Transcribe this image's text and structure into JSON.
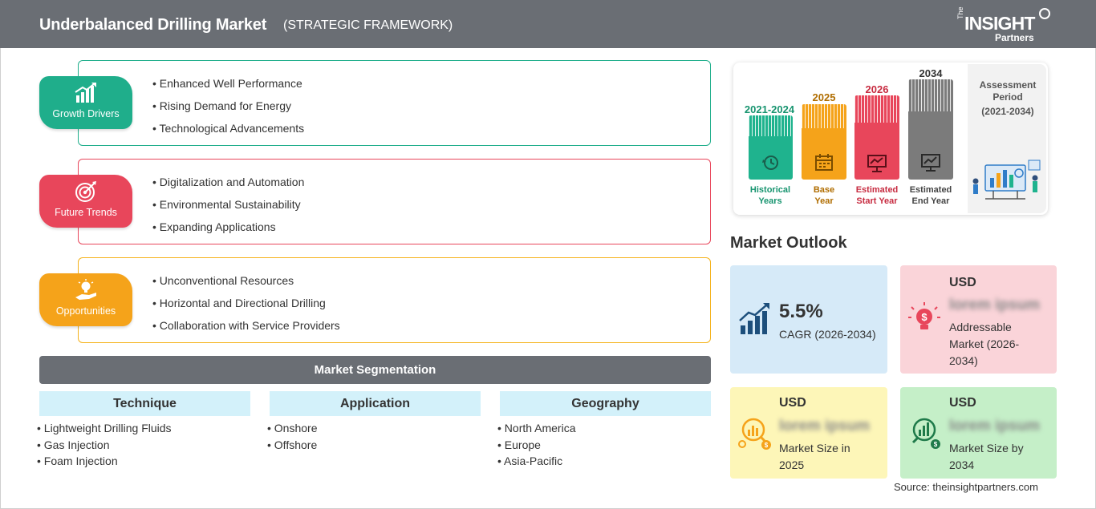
{
  "header": {
    "title": "Underbalanced Drilling Market",
    "subtitle": "(STRATEGIC FRAMEWORK)",
    "logo": {
      "the": "The",
      "insight": "INSIGHT",
      "partners": "Partners"
    }
  },
  "factors": [
    {
      "label": "Growth Drivers",
      "color": "#1fae8b",
      "icon": "growth-chart-icon",
      "items": [
        "Enhanced Well Performance",
        "Rising Demand for Energy",
        "Technological Advancements"
      ]
    },
    {
      "label": "Future Trends",
      "color": "#e8465b",
      "icon": "target-icon",
      "items": [
        "Digitalization and Automation",
        "Environmental Sustainability",
        "Expanding Applications"
      ]
    },
    {
      "label": "Opportunities",
      "color": "#f5a31a",
      "icon": "lightbulb-hand-icon",
      "items": [
        "Unconventional Resources",
        "Horizontal and Directional Drilling",
        "Collaboration with Service Providers"
      ]
    }
  ],
  "segmentation": {
    "title": "Market Segmentation",
    "columns": [
      {
        "heading": "Technique",
        "items": [
          "Lightweight Drilling Fluids",
          "Gas Injection",
          "Foam Injection"
        ]
      },
      {
        "heading": "Application",
        "items": [
          "Onshore",
          "Offshore"
        ]
      },
      {
        "heading": "Geography",
        "items": [
          "North America",
          "Europe",
          "Asia-Pacific"
        ]
      }
    ]
  },
  "assessment": {
    "title": "Assessment Period",
    "range": "(2021-2034)",
    "periods": [
      {
        "year": "2021-2024",
        "caption_1": "Historical",
        "caption_2": "Years",
        "color": "#1fb38e",
        "text_color": "#17946f",
        "icon": "history-icon"
      },
      {
        "year": "2025",
        "caption_1": "Base",
        "caption_2": "Year",
        "color": "#f5a31a",
        "text_color": "#b06d00",
        "icon": "calendar-icon"
      },
      {
        "year": "2026",
        "caption_1": "Estimated",
        "caption_2": "Start Year",
        "color": "#e8465b",
        "text_color": "#c72b40",
        "icon": "presentation-icon"
      },
      {
        "year": "2034",
        "caption_1": "Estimated",
        "caption_2": "End Year",
        "color": "#7b7b7b",
        "text_color": "#444444",
        "icon": "monitor-chart-icon"
      }
    ]
  },
  "outlook": {
    "title": "Market Outlook",
    "cagr": {
      "value": "5.5%",
      "label": "CAGR (2026-2034)",
      "bg": "#d6eaf8",
      "icon": "growth-bars-icon"
    },
    "addressable": {
      "currency": "USD",
      "value": "lorem ipsum",
      "label_1": "Addressable",
      "label_2": "Market (2026-",
      "label_3": "2034)",
      "bg": "#fad4d9",
      "icon": "dollar-bulb-icon"
    },
    "size_base": {
      "currency": "USD",
      "value": "lorem ipsum",
      "label_1": "Market Size in",
      "label_2": "2025",
      "bg": "#fdf6b8",
      "icon": "money-chart-icon"
    },
    "size_end": {
      "currency": "USD",
      "value": "lorem ipsum",
      "label_1": "Market Size by",
      "label_2": "2034",
      "bg": "#c5efc8",
      "icon": "money-growth-icon"
    }
  },
  "source": "Source: theinsightpartners.com"
}
